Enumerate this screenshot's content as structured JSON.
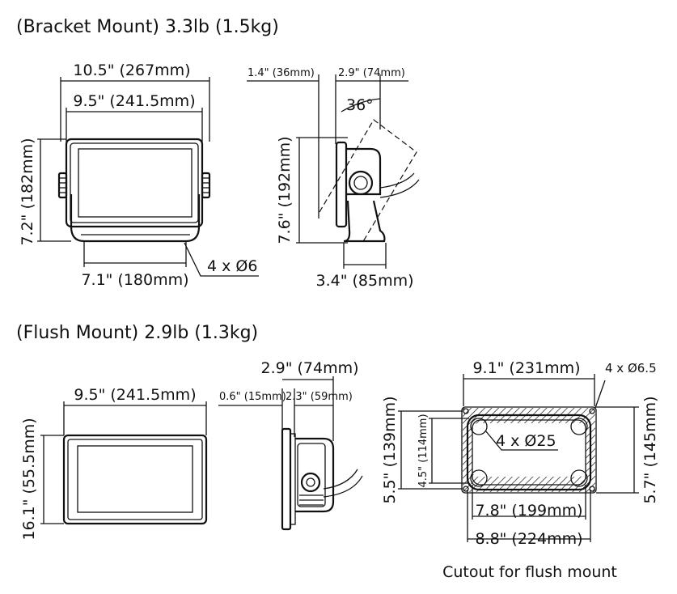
{
  "bracket": {
    "title": "(Bracket Mount)  3.3lb (1.5kg)",
    "front": {
      "width_outer": "10.5\" (267mm)",
      "width_inner": "9.5\" (241.5mm)",
      "height": "7.2\" (182mm)",
      "base_width": "7.1\" (180mm)",
      "holes": "4 x Ø6"
    },
    "side": {
      "depth_front": "1.4\" (36mm)",
      "depth_back": "2.9\" (74mm)",
      "angle": "36°",
      "height": "7.6\" (192mm)",
      "base_depth": "3.4\" (85mm)"
    }
  },
  "flush": {
    "title": "(Flush Mount) 2.9lb (1.3kg)",
    "front": {
      "width": "9.5\" (241.5mm)",
      "height": "16.1\" (55.5mm)"
    },
    "side": {
      "total_depth": "2.9\" (74mm)",
      "front_depth": "0.6\" (15mm)",
      "back_depth": "2.3\" (59mm)"
    },
    "cutout": {
      "width": "9.1\" (231mm)",
      "holes": "4 x Ø6.5",
      "corner_holes": "4 x Ø25",
      "height_outer": "5.5\" (139mm)",
      "height_inner": "4.5\" (114mm)",
      "height_right": "5.7\" (145mm)",
      "inner_width": "7.8\" (199mm)",
      "outer_width": "8.8\" (224mm)",
      "caption": "Cutout for flush mount"
    }
  }
}
